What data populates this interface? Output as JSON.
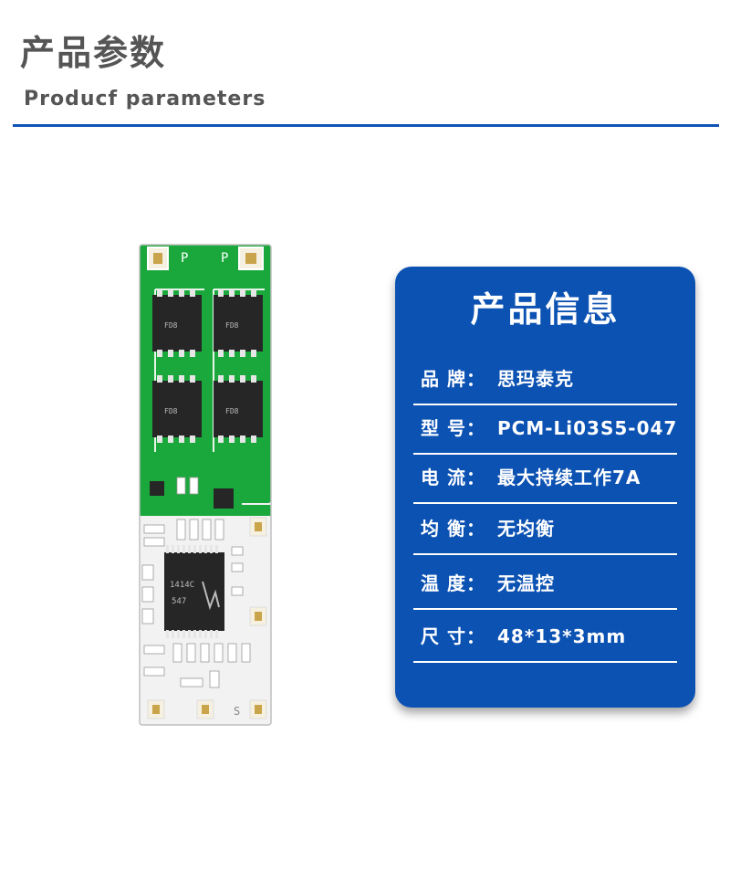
{
  "header": {
    "title_cn": "产品参数",
    "title_en": "Producf  parameters"
  },
  "product_image": {
    "alt": "PCB protection board",
    "chip_marks": [
      "FD8",
      "1414C",
      "547"
    ],
    "pad_labels": [
      "P",
      "P",
      "S"
    ]
  },
  "info_card": {
    "title": "产品信息",
    "specs": [
      {
        "label": "品 牌：",
        "value": "思玛泰克"
      },
      {
        "label": "型  号：",
        "value": "PCM-Li03S5-047"
      },
      {
        "label": "电  流：",
        "value": "最大持续工作7A"
      },
      {
        "label": "均  衡：",
        "value": "无均衡"
      },
      {
        "label": "温  度：",
        "value": "无温控"
      },
      {
        "label": "尺  寸：",
        "value": "48*13*3mm"
      }
    ]
  },
  "colors": {
    "accent_blue": "#0c52b3",
    "pcb_green": "#16a63a",
    "header_gray": "#555555"
  }
}
